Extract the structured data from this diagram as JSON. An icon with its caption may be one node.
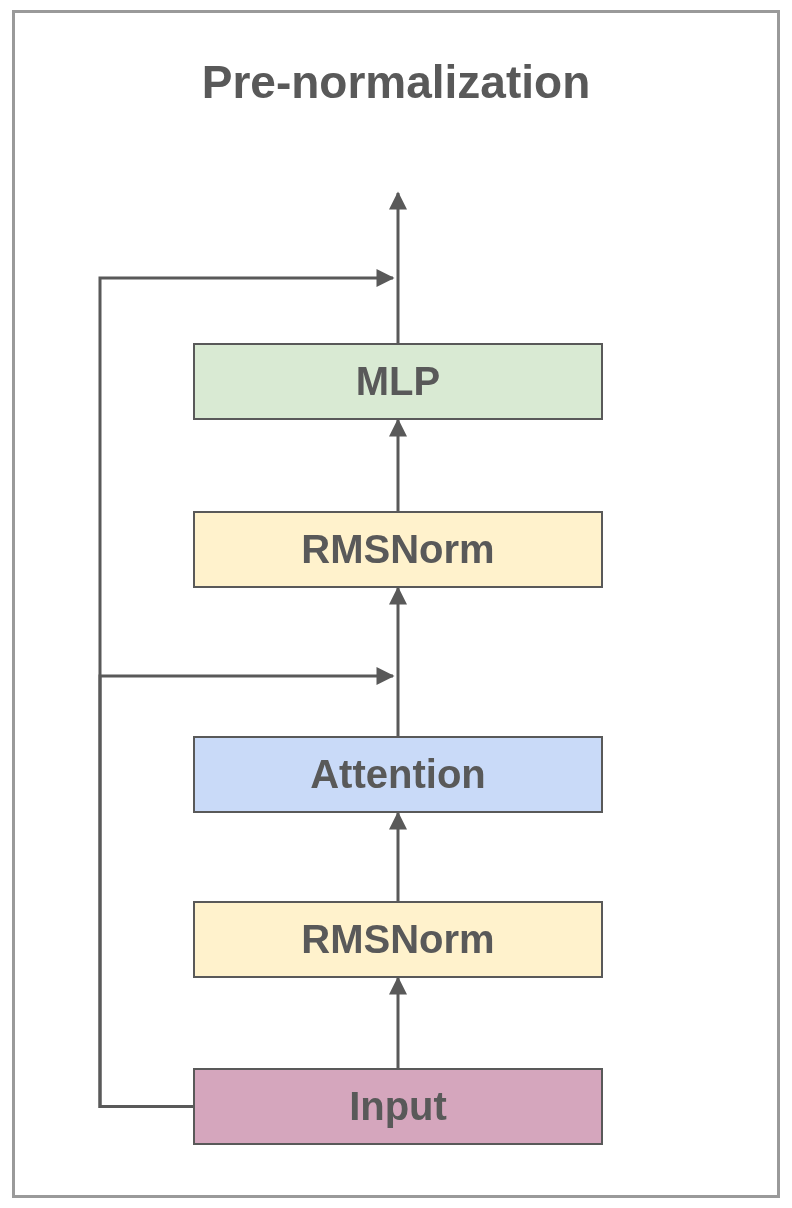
{
  "diagram": {
    "nodes": [
      {
        "text": [
          "Pre-normalization"
        ]
      },
      {
        "text": [
          "MLP"
        ],
        "in": 0
      },
      {
        "text": [
          "RMSNorm"
        ],
        "in": 0
      },
      {
        "text": [
          "Attention"
        ],
        "in": 0
      },
      {
        "text": [
          "RMSNorm"
        ],
        "in": 0
      },
      {
        "text": [
          "Input"
        ],
        "in": 0
      }
    ],
    "edges": [
      {
        "from": 5,
        "to": 4,
        "arrow": "to"
      },
      {
        "from": 4,
        "to": 3,
        "arrow": "to"
      },
      {
        "from": 3,
        "to": 2,
        "arrow": "to"
      },
      {
        "from": 2,
        "to": 1,
        "arrow": "to"
      },
      {
        "from": 1,
        "to": null,
        "arrow": "to"
      },
      {
        "from": 5,
        "to": null,
        "arrow": "to"
      },
      {
        "from": 5,
        "to": null,
        "arrow": "to"
      }
    ]
  }
}
